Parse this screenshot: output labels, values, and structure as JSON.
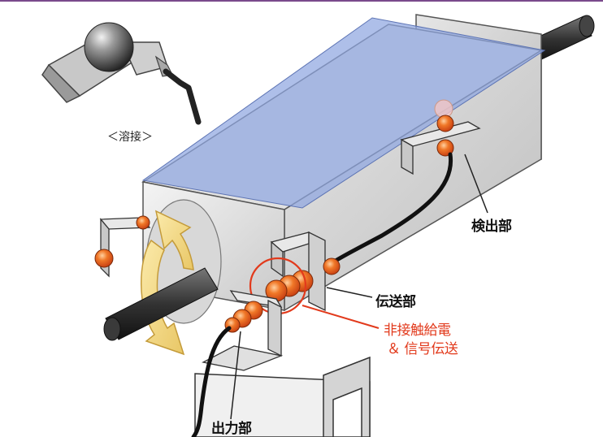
{
  "labels": {
    "welding": "＜溶接＞",
    "detection": "検出部",
    "transmission": "伝送部",
    "noncontact_line1": "非接触給電",
    "noncontact_line2": "＆ 信号伝送",
    "output": "出力部"
  },
  "colors": {
    "frame": "#7a4a8c",
    "accent_red": "#e23a1c",
    "plate_blue": "#8fa6e0",
    "arrow_cream": "#f6e08f",
    "coupler_orange": "#f06a20"
  }
}
